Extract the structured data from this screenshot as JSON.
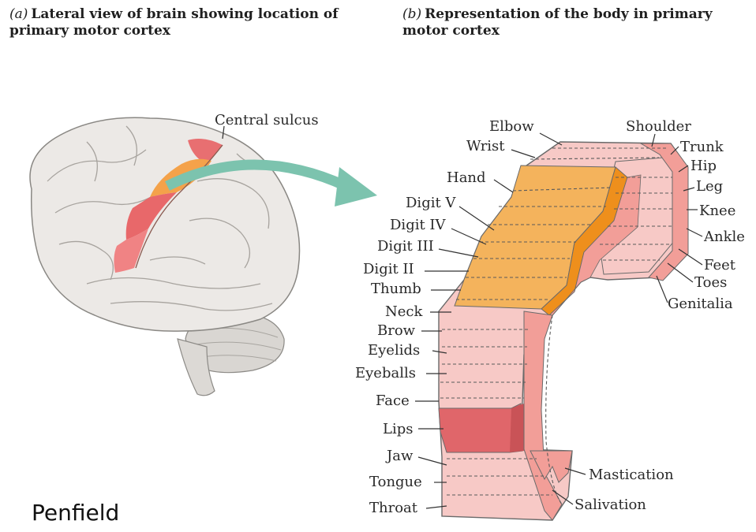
{
  "headings": {
    "a": {
      "prefix": "(a)",
      "text": "Lateral view of brain showing location of primary motor cortex"
    },
    "b": {
      "prefix": "(b)",
      "text": "Representation of the body in primary motor cortex"
    }
  },
  "callout": "Central sulcus",
  "caption": "Penfield",
  "labels_left": [
    "Elbow",
    "Wrist",
    "Hand",
    "Digit V",
    "Digit IV",
    "Digit III",
    "Digit II",
    "Thumb",
    "Neck",
    "Brow",
    "Eyelids",
    "Eyeballs",
    "Face",
    "Lips",
    "Jaw",
    "Tongue",
    "Throat"
  ],
  "labels_right": [
    "Shoulder",
    "Trunk",
    "Hip",
    "Leg",
    "Knee",
    "Ankle",
    "Feet",
    "Toes",
    "Genitalia",
    "Mastication",
    "Salivation"
  ],
  "colors": {
    "pink": "#f7c9c6",
    "orange": "#f4b35c",
    "deep_orange": "#ee8f1c",
    "red": "#e8686a",
    "arrow": "#7cc3ae",
    "brain": "#e9e6e2"
  }
}
